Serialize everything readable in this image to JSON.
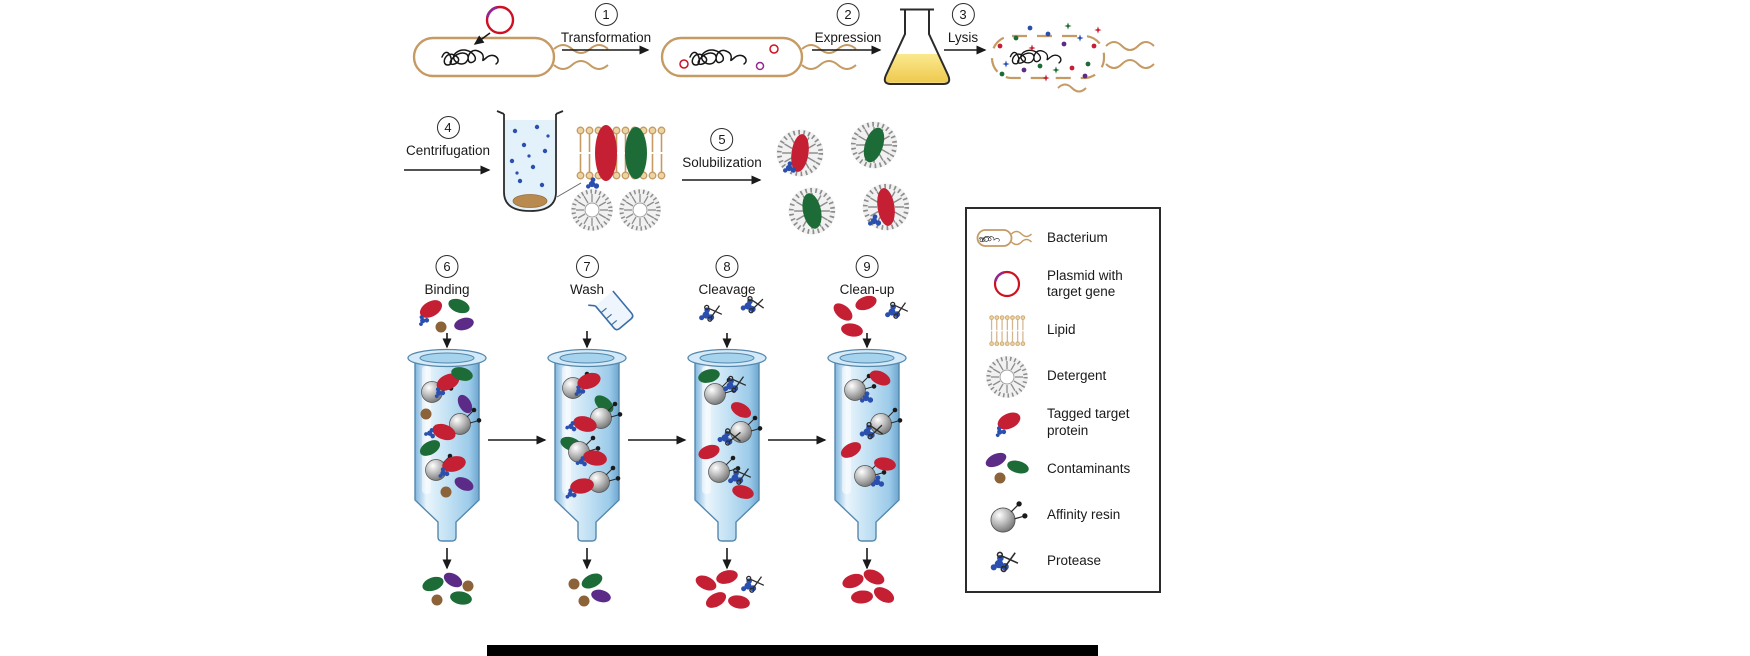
{
  "steps": [
    {
      "number": "1",
      "label": "Transformation"
    },
    {
      "number": "2",
      "label": "Expression"
    },
    {
      "number": "3",
      "label": "Lysis"
    },
    {
      "number": "4",
      "label": "Centrifugation"
    },
    {
      "number": "5",
      "label": "Solubilization"
    },
    {
      "number": "6",
      "label": "Binding"
    },
    {
      "number": "7",
      "label": "Wash"
    },
    {
      "number": "8",
      "label": "Cleavage"
    },
    {
      "number": "9",
      "label": "Clean-up"
    }
  ],
  "legend": {
    "items": [
      {
        "icon": "bacterium-icon",
        "label": "Bacterium"
      },
      {
        "icon": "plasmid-icon",
        "label": "Plasmid with target gene"
      },
      {
        "icon": "lipid-icon",
        "label": "Lipid"
      },
      {
        "icon": "detergent-icon",
        "label": "Detergent"
      },
      {
        "icon": "tagged-target-protein-icon",
        "label": "Tagged target protein"
      },
      {
        "icon": "contaminants-icon",
        "label": "Contaminants"
      },
      {
        "icon": "affinity-resin-icon",
        "label": "Affinity resin"
      },
      {
        "icon": "protease-icon",
        "label": "Protease"
      }
    ]
  },
  "colors": {
    "membrane_tan": "#c59a63",
    "target_protein_red": "#c41f33",
    "protein_green": "#1d6b37",
    "contaminant_purple": "#5c2a87",
    "contaminant_brown": "#8c6239",
    "tag_blue": "#2a4fae",
    "plasmid_red": "#cf1020",
    "plasmid_purple": "#93278f",
    "flask_liquid_yellow": "#f2cf55",
    "column_blue": "#bfe0f4",
    "resin_gray": "#9a9a9a"
  }
}
